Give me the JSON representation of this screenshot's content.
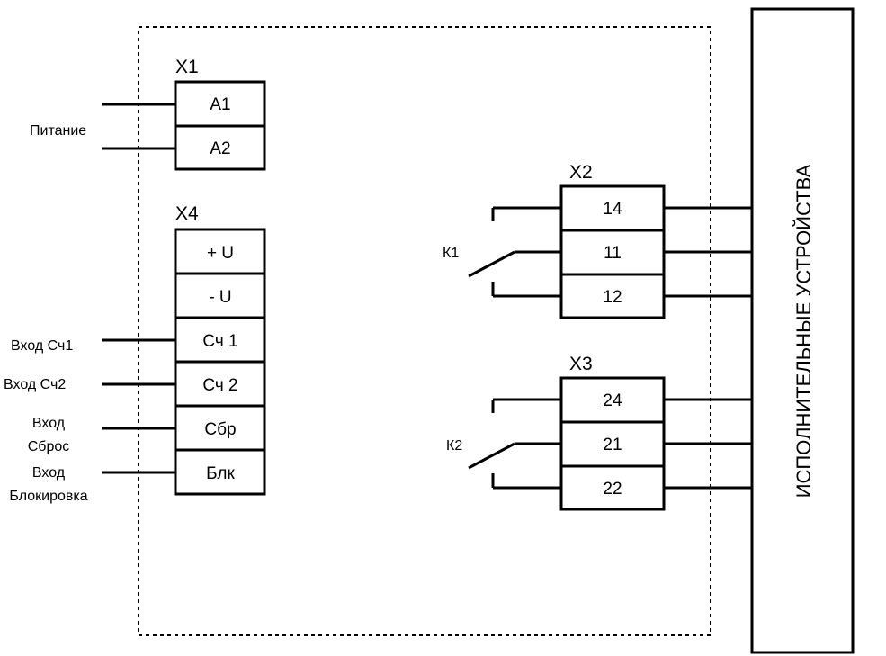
{
  "x1": {
    "title": "X1",
    "terminals": [
      "A1",
      "A2"
    ]
  },
  "x4": {
    "title": "X4",
    "terminals": [
      "+ U",
      "- U",
      "Сч 1",
      "Сч 2",
      "Сбр",
      "Блк"
    ]
  },
  "x2": {
    "title": "X2",
    "terminals": [
      "14",
      "11",
      "12"
    ]
  },
  "x3": {
    "title": "X3",
    "terminals": [
      "24",
      "21",
      "22"
    ]
  },
  "labels": {
    "power": "Питание",
    "input_sch1": "Вход Сч1",
    "input_sch2": "Вход Сч2",
    "input_reset_1": "Вход",
    "input_reset_2": "Сброс",
    "input_block_1": "Вход",
    "input_block_2": "Блокировка",
    "relay_k1": "К1",
    "relay_k2": "К2"
  },
  "actuators": {
    "title": "ИСПОЛНИТЕЛЬНЫЕ УСТРОЙСТВА"
  }
}
